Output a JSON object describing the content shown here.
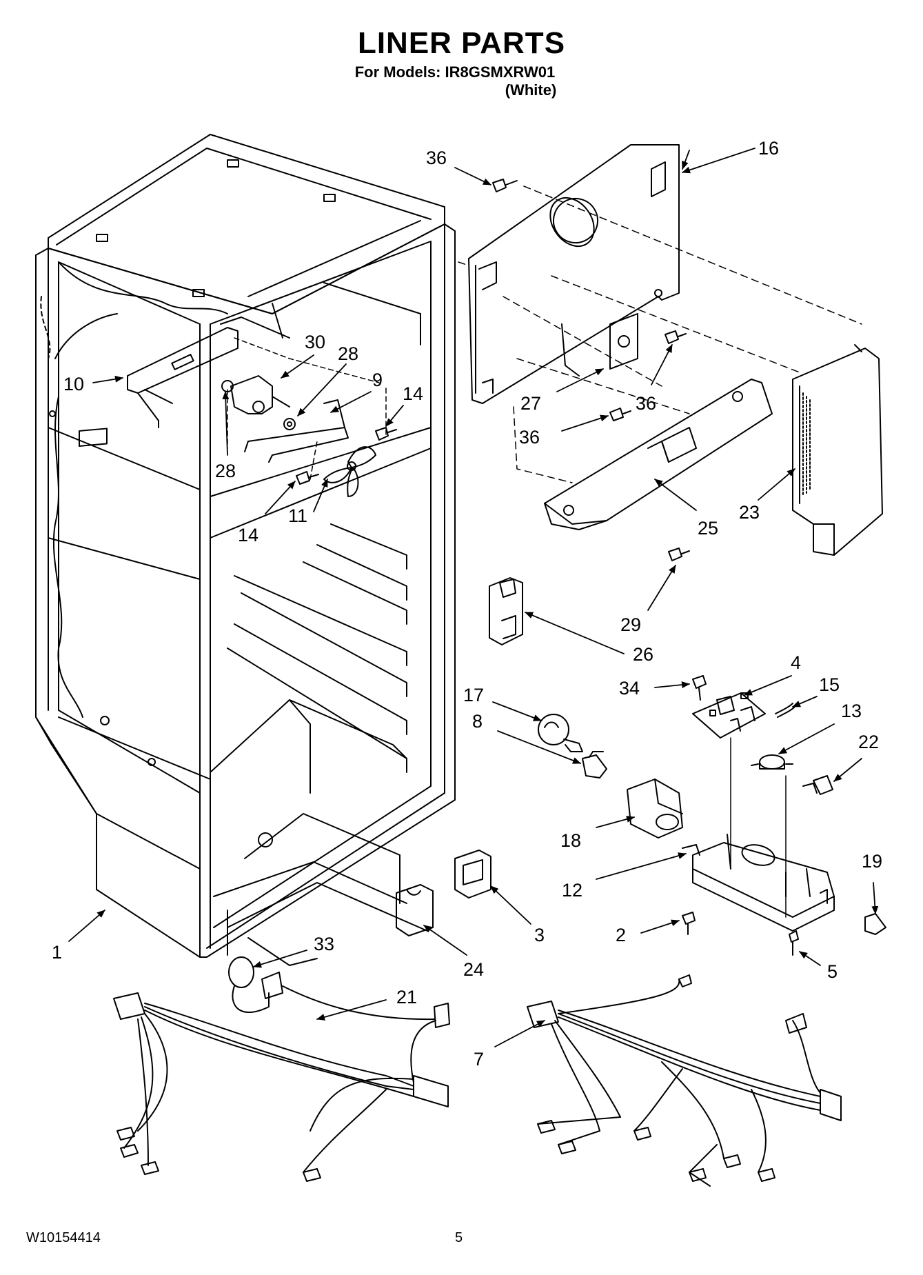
{
  "header": {
    "title": "LINER PARTS",
    "models_line": "For Models: IR8GSMXRW01",
    "variant": "(White)"
  },
  "footer": {
    "document_number": "W10154414",
    "page_number": "5"
  },
  "callouts": [
    "36",
    "16",
    "10",
    "30",
    "28",
    "9",
    "14",
    "27",
    "36",
    "36",
    "28",
    "14",
    "11",
    "23",
    "25",
    "29",
    "26",
    "4",
    "34",
    "15",
    "17",
    "13",
    "8",
    "22",
    "18",
    "19",
    "12",
    "3",
    "2",
    "5",
    "1",
    "33",
    "24",
    "21",
    "7"
  ]
}
